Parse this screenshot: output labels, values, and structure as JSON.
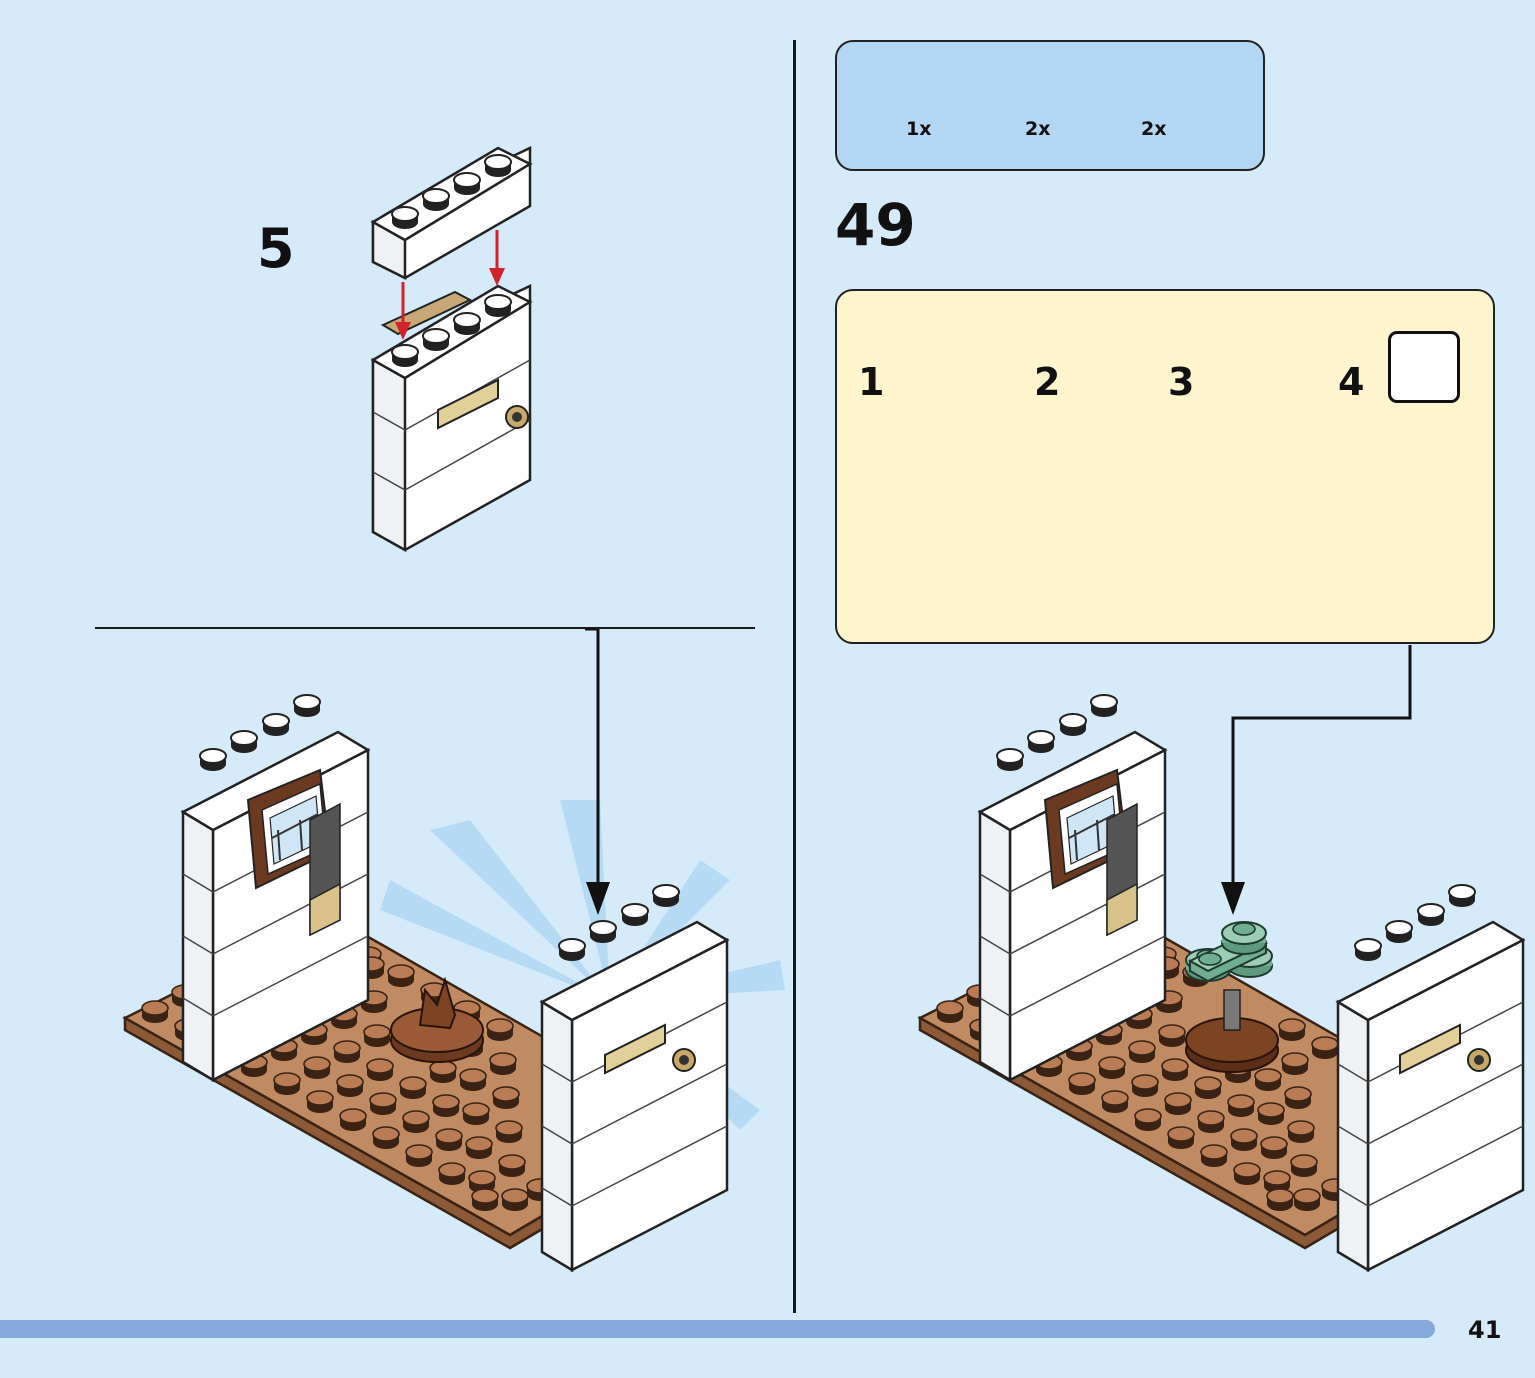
{
  "left_panel": {
    "substep_label": "5"
  },
  "right_panel": {
    "step_number": "49",
    "parts_list": [
      {
        "qty": "1x",
        "part": "dark-gray-round-plate-icon"
      },
      {
        "qty": "2x",
        "part": "sand-green-round-plate-icon"
      },
      {
        "qty": "2x",
        "part": "sand-green-2x1-plate-icon"
      }
    ],
    "substeps": [
      {
        "label": "1"
      },
      {
        "label": "2"
      },
      {
        "label": "3"
      },
      {
        "label": "4"
      }
    ],
    "rotate_icon": "rotate-model-icon"
  },
  "footer": {
    "page_number": "41",
    "progress_color": "#86a8dc"
  },
  "colors": {
    "background": "#d6ebfa",
    "parts_box": "#b3d6f2",
    "substep_box": "#fff6cf",
    "baseplate": "#b8825a",
    "sand_green": "#8fc2a8",
    "arrow_red": "#d2232a"
  }
}
